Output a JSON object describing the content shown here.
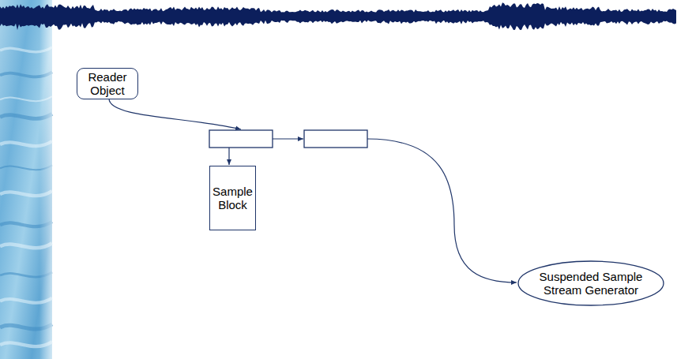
{
  "diagram": {
    "nodes": [
      {
        "text": [
          "Reader Object"
        ]
      },
      {
        "text": [
          "Sample Block"
        ]
      },
      {
        "text": [
          "Suspended Sample Stream Generator"
        ]
      }
    ]
  }
}
